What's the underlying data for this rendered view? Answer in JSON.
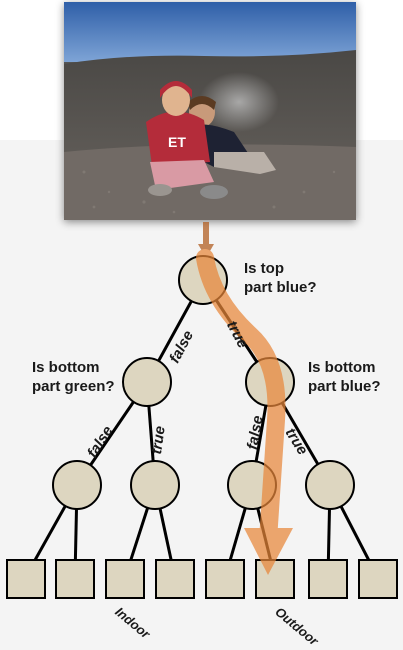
{
  "questions": {
    "root": "Is top\npart blue?",
    "left": "Is bottom\npart green?",
    "right": "Is bottom\npart blue?"
  },
  "edges": {
    "root_left": "false",
    "root_right": "true",
    "left_left": "false",
    "left_right": "true",
    "right_left": "false",
    "right_right": "true"
  },
  "outcomes": {
    "indoor": "Indoor",
    "outdoor": "Outdoor"
  },
  "photo": {
    "shirt_text": "ET"
  },
  "colors": {
    "node_fill": "#ddd6c0",
    "stroke": "#000000",
    "path_arrow": "#e8873a",
    "sky": "#4a78b8",
    "ground": "#5a5654"
  }
}
